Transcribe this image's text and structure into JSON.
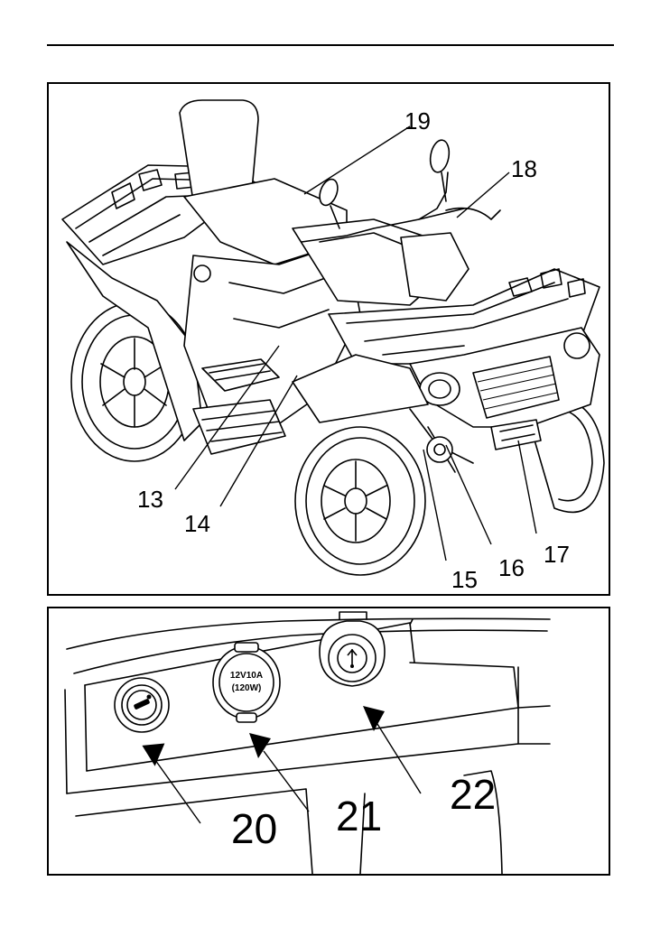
{
  "figure_top": {
    "callouts": [
      "19",
      "18",
      "13",
      "14",
      "15",
      "16",
      "17"
    ]
  },
  "figure_bottom": {
    "callouts": [
      "20",
      "21",
      "22"
    ],
    "socket_label_line1": "12V10A",
    "socket_label_line2": "(120W)"
  },
  "colors": {
    "ink": "#000000",
    "paper": "#ffffff"
  },
  "icons": [
    "key-icon",
    "usb-icon"
  ]
}
